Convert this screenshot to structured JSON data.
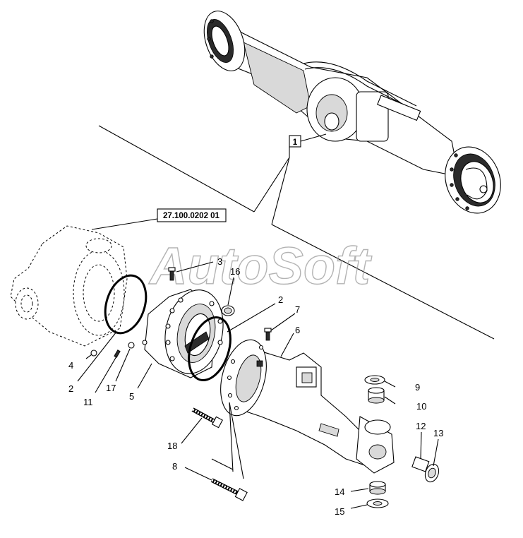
{
  "watermark": "AutoSoft",
  "references": {
    "assembly_box": "1",
    "diff_ref": "27.100.0202 01"
  },
  "callouts": [
    "2",
    "2",
    "3",
    "4",
    "5",
    "6",
    "7",
    "8",
    "9",
    "10",
    "11",
    "12",
    "13",
    "14",
    "15",
    "16",
    "17",
    "18"
  ],
  "labels": {
    "c2_top": "2",
    "c2_left": "2",
    "c3": "3",
    "c4": "4",
    "c5": "5",
    "c6": "6",
    "c7": "7",
    "c8": "8",
    "c9": "9",
    "c10": "10",
    "c11": "11",
    "c12": "12",
    "c13": "13",
    "c14": "14",
    "c15": "15",
    "c16": "16",
    "c17": "17",
    "c18": "18"
  }
}
